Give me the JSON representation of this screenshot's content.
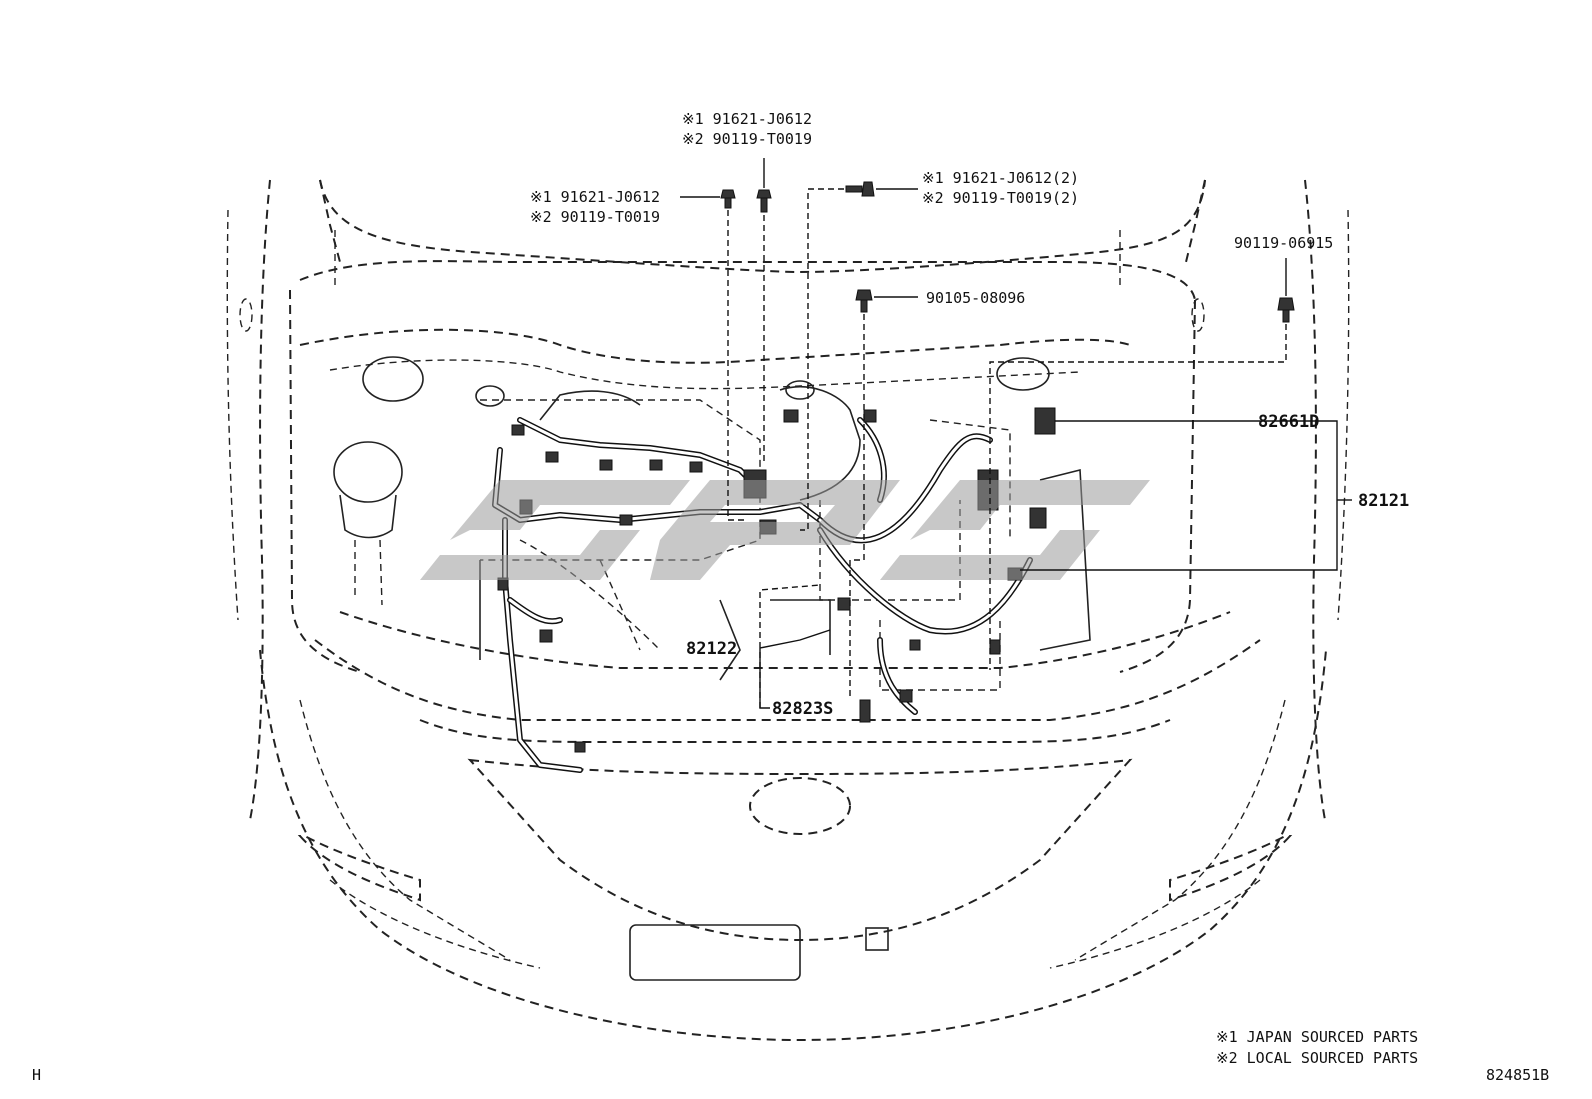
{
  "callouts": {
    "bolt_top_left": {
      "line1": "※1 91621-J0612",
      "line2": "※2 90119-T0019"
    },
    "bolt_top_center": {
      "line1": "※1 91621-J0612",
      "line2": "※2 90119-T0019"
    },
    "bolt_top_right": {
      "line1": "※1 91621-J0612(2)",
      "line2": "※2 90119-T0019(2)"
    },
    "bolt_center": "90105-08096",
    "bolt_right": "90119-06915"
  },
  "parts": {
    "relay_block": "82661D",
    "harness_main": "82121",
    "harness_sub": "82122",
    "connector": "82823S"
  },
  "notes": {
    "note1": "※1 JAPAN SOURCED PARTS",
    "note2": "※2 LOCAL SOURCED PARTS"
  },
  "corner_mark": "H",
  "figure_number": "824851B",
  "watermark": "GPS"
}
